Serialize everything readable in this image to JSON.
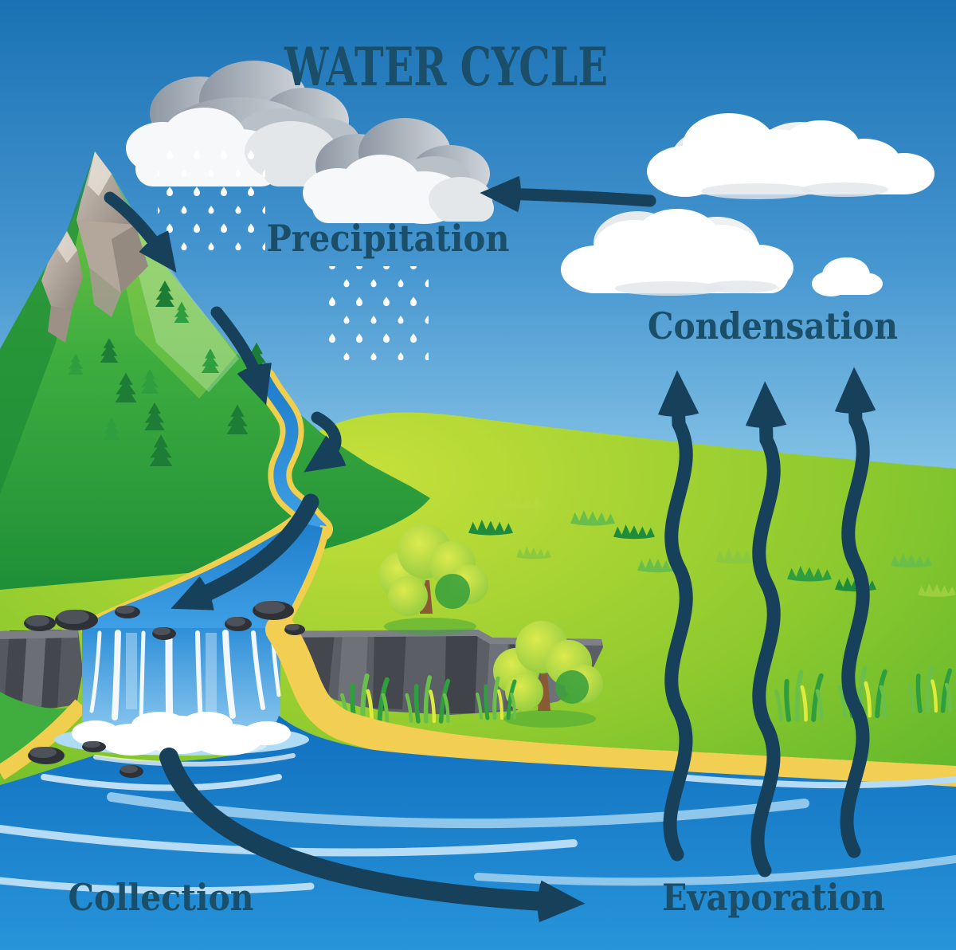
{
  "diagram": {
    "title": "WATER CYCLE",
    "stages": [
      {
        "id": "precipitation",
        "name": "Precipitation"
      },
      {
        "id": "condensation",
        "name": "Condensation"
      },
      {
        "id": "collection",
        "name": "Collection"
      },
      {
        "id": "evaporation",
        "name": "Evaporation"
      }
    ]
  },
  "scene": {
    "elements": [
      "rain-cloud-left",
      "rain-cloud-center",
      "rainfall",
      "condensation-clouds",
      "mountain",
      "pine-forest",
      "river",
      "waterfall",
      "cliffs",
      "lake",
      "shoreline-sand",
      "trees",
      "grass",
      "rocks",
      "runoff-arrows",
      "condensation-to-precipitation-arrow",
      "collection-flow-arrow",
      "evaporation-arrows"
    ]
  },
  "colors": {
    "sky_top": "#1a72b4",
    "sky_horizon": "#d9f0fa",
    "label_text": "#1b4e68",
    "arrow": "#17405a",
    "field_green": "#8cc92e",
    "mountain_green": "#2f9e3f",
    "rock_gray": "#a99c92",
    "cliff_gray": "#5b5e64",
    "river_blue": "#2b8fd9",
    "lake_blue": "#1778c6",
    "sand_yellow": "#f2cf52",
    "cloud_white": "#ffffff",
    "cloud_gray": "#97a1ab",
    "rain_white": "#ffffff",
    "foam_white": "#ffffff",
    "pine_green": "#1d7c35",
    "trunk_brown": "#8a5a34"
  }
}
